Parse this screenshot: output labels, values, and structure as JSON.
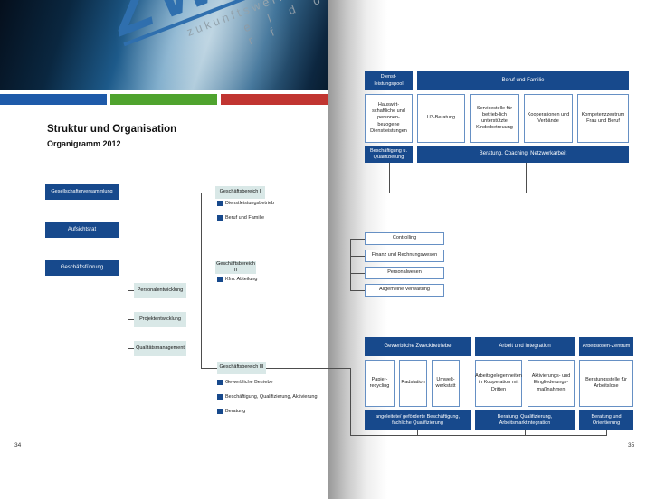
{
  "logo": {
    "brand": "ZWD",
    "subtitle1": "zukunftswerkstatt",
    "subtitle2": "e l d o r f"
  },
  "colors": {
    "navy": "#17498c",
    "lite_box": "#d9e8e7",
    "bar_blue": "#1e5aa9",
    "bar_green": "#4fa32e",
    "bar_red": "#c13531",
    "box_border": "#6690c4"
  },
  "page": {
    "title": "Struktur und Organisation",
    "subtitle": "Organigramm 2012",
    "left_number": "34",
    "right_number": "35"
  },
  "governance": [
    "Gesellschafterversammlung",
    "Aufsichtsrat",
    "Geschäftsführung"
  ],
  "staff_units": [
    "Personalentwicklung",
    "Projektentwicklung",
    "Qualitätsmanagement"
  ],
  "divisions": [
    {
      "label": "Geschäftsbereich I",
      "bullets": [
        "Dienstleistungsbetrieb",
        "Beruf und Familie"
      ]
    },
    {
      "label": "Geschäftsbereich II",
      "bullets": [
        "Kfm. Abteilung"
      ]
    },
    {
      "label": "Geschäftsbereich III",
      "bullets": [
        "Gewerbliche Betriebe",
        "Beschäftigung, Qualifizierung, Aktivierung",
        "Beratung"
      ]
    }
  ],
  "admin": [
    "Controlling",
    "Finanz und Rechnungswesen",
    "Personalwesen",
    "Allgemeine Verwaltung"
  ],
  "service_group": {
    "pool": {
      "header": "Dienst-leistungspool",
      "box": "Hauswirt-schaftliche und personen-bezogene Dienstleistungen",
      "footer": "Beschäftigung u. Qualifizierung"
    },
    "family": {
      "header": "Beruf und Familie",
      "boxes": [
        "U3-Beratung",
        "Servicestelle für betrieb-lich unterstützte Kinderbetreuung",
        "Kooperationen und Verbände",
        "Kompetenzzentrum Frau und Beruf"
      ],
      "footer": "Beratung, Coaching, Netzwerkarbeit"
    }
  },
  "bottom_group": [
    {
      "header": "Gewerbliche Zweckbetriebe",
      "boxes": [
        "Papier-recycling",
        "Radstation",
        "Umwelt-werkstatt"
      ],
      "footer": "angeleitete/ geförderte Beschäftigung, fachliche Qualifizierung"
    },
    {
      "header": "Arbeit und Integration",
      "boxes": [
        "Arbeitsgelegenheiten in Kooperation mit Dritten",
        "Aktivierungs- und Eingliederungs-maßnahmen"
      ],
      "footer": "Beratung, Qualifizierung, Arbeitsmarktintegration"
    },
    {
      "header": "Arbeitslosen-Zentrum",
      "boxes": [
        "Beratungsstelle für Arbeitslose"
      ],
      "footer": "Beratung und Orientierung"
    }
  ]
}
